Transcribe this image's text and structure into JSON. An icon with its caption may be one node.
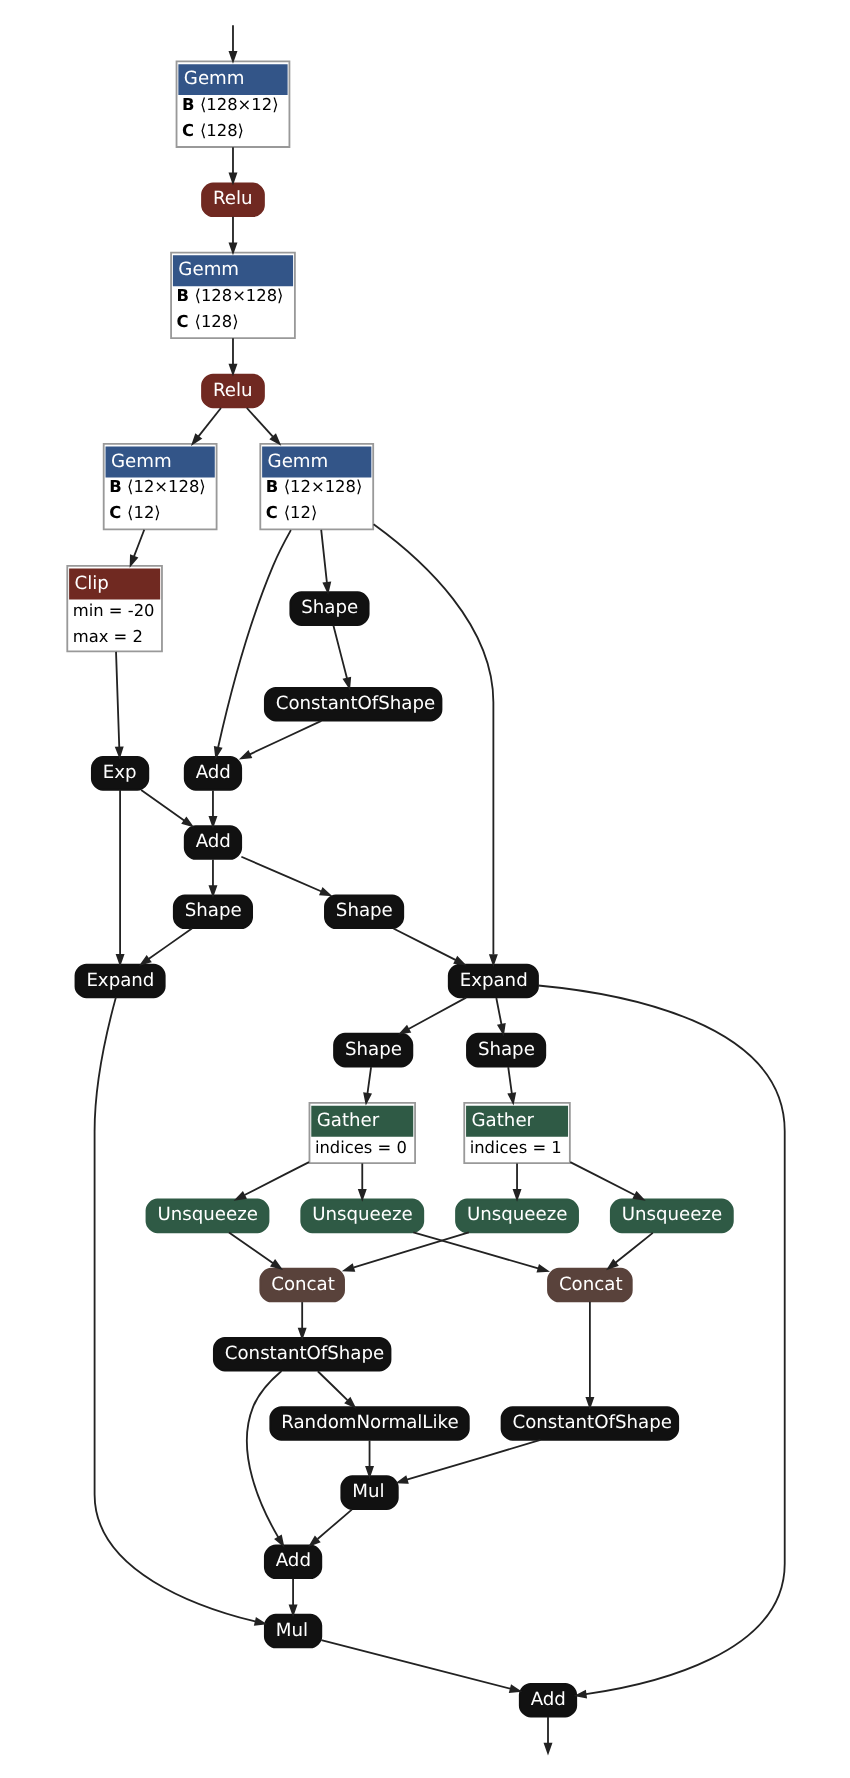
{
  "diagram": {
    "nodes": [
      {
        "text": [
          "Gemm",
          "B ⟨128×12⟩",
          "C ⟨128⟩"
        ]
      },
      {
        "text": [
          "Relu"
        ]
      },
      {
        "text": [
          "Gemm",
          "B ⟨128×128⟩",
          "C ⟨128⟩"
        ]
      },
      {
        "text": [
          "Relu"
        ]
      },
      {
        "text": [
          "Gemm",
          "B ⟨12×128⟩",
          "C ⟨12⟩"
        ]
      },
      {
        "text": [
          "Gemm",
          "B ⟨12×128⟩",
          "C ⟨12⟩"
        ]
      },
      {
        "text": [
          "Shape"
        ]
      },
      {
        "text": [
          "Clip",
          "min = -20",
          "max = 2"
        ]
      },
      {
        "text": [
          "ConstantOfShape"
        ]
      },
      {
        "text": [
          "Exp"
        ]
      },
      {
        "text": [
          "Add"
        ]
      },
      {
        "text": [
          "Add"
        ]
      },
      {
        "text": [
          "Shape"
        ]
      },
      {
        "text": [
          "Shape"
        ]
      },
      {
        "text": [
          "Expand"
        ]
      },
      {
        "text": [
          "Expand"
        ]
      },
      {
        "text": [
          "Shape"
        ]
      },
      {
        "text": [
          "Shape"
        ]
      },
      {
        "text": [
          "Gather",
          "indices = 0"
        ]
      },
      {
        "text": [
          "Gather",
          "indices = 1"
        ]
      },
      {
        "text": [
          "Unsqueeze"
        ]
      },
      {
        "text": [
          "Unsqueeze"
        ]
      },
      {
        "text": [
          "Unsqueeze"
        ]
      },
      {
        "text": [
          "Unsqueeze"
        ]
      },
      {
        "text": [
          "Concat"
        ]
      },
      {
        "text": [
          "Concat"
        ]
      },
      {
        "text": [
          "ConstantOfShape"
        ]
      },
      {
        "text": [
          "ConstantOfShape"
        ]
      },
      {
        "text": [
          "RandomNormalLike"
        ]
      },
      {
        "text": [
          "Mul"
        ]
      },
      {
        "text": [
          "Add"
        ]
      },
      {
        "text": [
          "Mul"
        ]
      },
      {
        "text": [
          "Add"
        ]
      }
    ],
    "edges": [
      {
        "from": null,
        "to": 0,
        "arrow": "to"
      },
      {
        "from": 0,
        "to": 1,
        "arrow": "to"
      },
      {
        "from": 1,
        "to": 2,
        "arrow": "to"
      },
      {
        "from": 2,
        "to": 3,
        "arrow": "to"
      },
      {
        "from": 3,
        "to": 5,
        "arrow": "to"
      },
      {
        "from": 3,
        "to": 4,
        "arrow": "to"
      },
      {
        "from": 4,
        "to": 10,
        "arrow": "to"
      },
      {
        "from": 4,
        "to": 6,
        "arrow": "to"
      },
      {
        "from": 4,
        "to": 15,
        "arrow": "to"
      },
      {
        "from": 5,
        "to": 7,
        "arrow": "to"
      },
      {
        "from": 6,
        "to": 8,
        "arrow": "to"
      },
      {
        "from": 7,
        "to": 9,
        "arrow": "to"
      },
      {
        "from": 8,
        "to": 10,
        "arrow": "to"
      },
      {
        "from": 9,
        "to": 14,
        "arrow": "to"
      },
      {
        "from": 9,
        "to": 11,
        "arrow": "to"
      },
      {
        "from": 10,
        "to": 11,
        "arrow": "to"
      },
      {
        "from": 11,
        "to": 12,
        "arrow": "to"
      },
      {
        "from": 11,
        "to": 13,
        "arrow": "to"
      },
      {
        "from": 12,
        "to": 14,
        "arrow": "to"
      },
      {
        "from": 13,
        "to": 15,
        "arrow": "to"
      },
      {
        "from": 14,
        "to": 31,
        "arrow": "to"
      },
      {
        "from": 15,
        "to": 32,
        "arrow": "to"
      },
      {
        "from": 15,
        "to": 16,
        "arrow": "to"
      },
      {
        "from": 15,
        "to": 17,
        "arrow": "to"
      },
      {
        "from": 16,
        "to": 18,
        "arrow": "to"
      },
      {
        "from": 17,
        "to": 19,
        "arrow": "to"
      },
      {
        "from": 18,
        "to": 20,
        "arrow": "to"
      },
      {
        "from": 18,
        "to": 22,
        "arrow": "to"
      },
      {
        "from": 19,
        "to": 21,
        "arrow": "to"
      },
      {
        "from": 19,
        "to": 23,
        "arrow": "to"
      },
      {
        "from": 20,
        "to": 24,
        "arrow": "to"
      },
      {
        "from": 21,
        "to": 24,
        "arrow": "to"
      },
      {
        "from": 22,
        "to": 25,
        "arrow": "to"
      },
      {
        "from": 23,
        "to": 25,
        "arrow": "to"
      },
      {
        "from": 24,
        "to": 26,
        "arrow": "to"
      },
      {
        "from": 25,
        "to": 27,
        "arrow": "to"
      },
      {
        "from": 26,
        "to": 30,
        "arrow": "to"
      },
      {
        "from": 26,
        "to": 28,
        "arrow": "to"
      },
      {
        "from": 27,
        "to": 29,
        "arrow": "to"
      },
      {
        "from": 28,
        "to": 29,
        "arrow": "to"
      },
      {
        "from": 29,
        "to": 30,
        "arrow": "to"
      },
      {
        "from": 30,
        "to": 31,
        "arrow": "to"
      },
      {
        "from": 31,
        "to": 32,
        "arrow": "to"
      },
      {
        "from": 32,
        "to": null,
        "arrow": "to"
      }
    ]
  }
}
